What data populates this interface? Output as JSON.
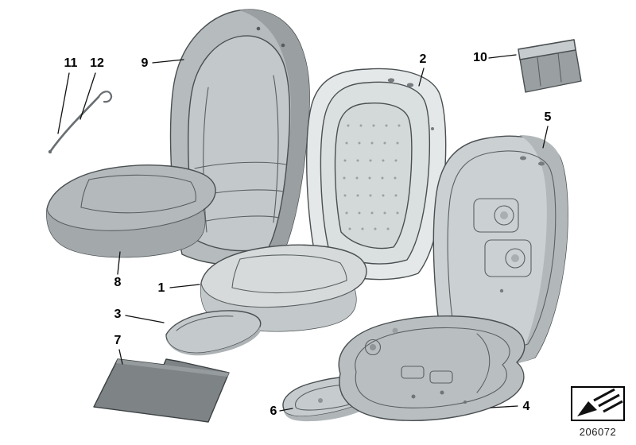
{
  "diagram": {
    "id": "206072",
    "callouts": [
      {
        "label": "1"
      },
      {
        "label": "2"
      },
      {
        "label": "3"
      },
      {
        "label": "4"
      },
      {
        "label": "5"
      },
      {
        "label": "6"
      },
      {
        "label": "7"
      },
      {
        "label": "8"
      },
      {
        "label": "9"
      },
      {
        "label": "10"
      },
      {
        "label": "11"
      },
      {
        "label": "12"
      }
    ],
    "colors": {
      "background": "#ffffff",
      "part_outline": "#4a4f51",
      "part_fill": "#c3c8ca",
      "part_fill_light": "#e4e8e9",
      "part_fill_dark": "#8d9396",
      "mat_fill": "#7e8486",
      "callout_text": "#000000"
    },
    "icons": [
      {
        "name": "parts-direction-icon",
        "glyph": "diagonal-arrow"
      }
    ]
  }
}
